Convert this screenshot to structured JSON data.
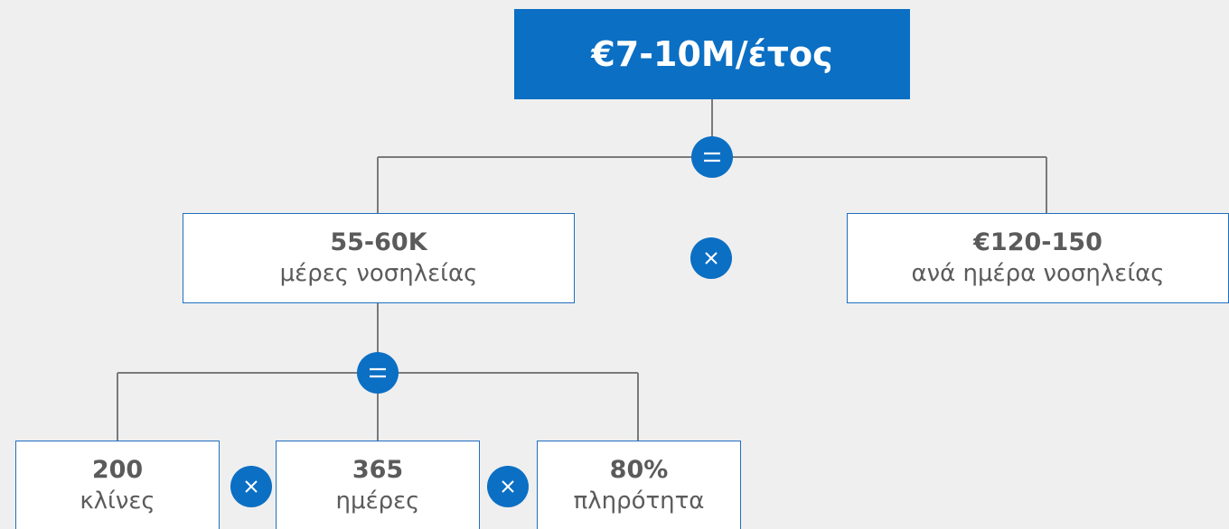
{
  "root": {
    "value": "€7-10M/έτος"
  },
  "level1": {
    "left": {
      "value": "55-60K",
      "label": "μέρες νοσηλείας"
    },
    "right": {
      "value": "€120-150",
      "label": "ανά ημέρα νοσηλείας"
    }
  },
  "level2": {
    "items": [
      {
        "value": "200",
        "label": "κλίνες"
      },
      {
        "value": "365",
        "label": "ημέρες"
      },
      {
        "value": "80%",
        "label": "πληρότητα"
      }
    ]
  },
  "operators": {
    "root_equals": "equals-icon",
    "level1_times": "times-icon",
    "level2_equals": "equals-icon",
    "level2_times_1": "times-icon",
    "level2_times_2": "times-icon"
  },
  "colors": {
    "accent": "#0b6fc4",
    "node_border": "#1f6fbf",
    "text": "#5b5b5b",
    "connector": "#7a7a7a",
    "background": "#efefef"
  }
}
